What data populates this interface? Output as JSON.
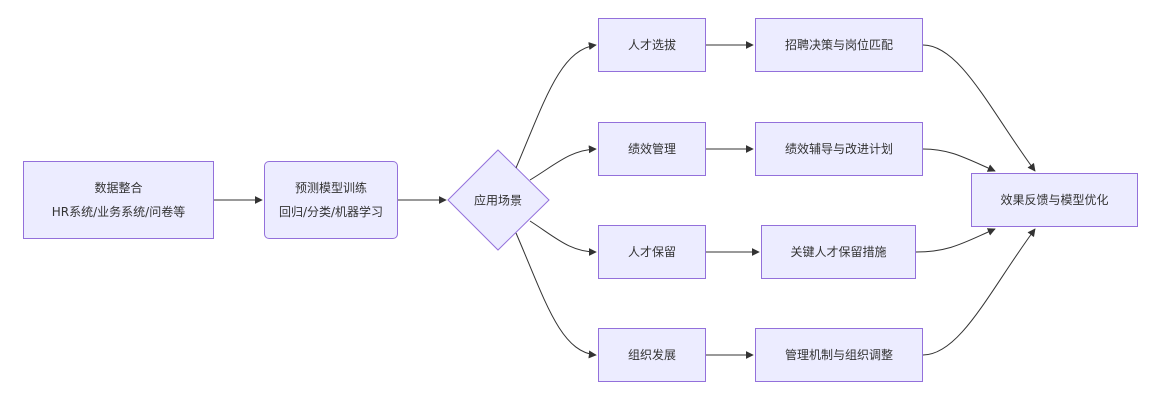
{
  "diagram": {
    "type": "flowchart",
    "direction": "left-to-right",
    "colors": {
      "node_fill": "#ececff",
      "node_border": "#9370db",
      "edge": "#333333",
      "text": "#333333"
    },
    "nodes": {
      "data_integration": {
        "title": "数据整合",
        "subtitle": "HR系统/业务系统/问卷等",
        "shape": "rect"
      },
      "model_training": {
        "title": "预测模型训练",
        "subtitle": "回归/分类/机器学习",
        "shape": "rounded-rect"
      },
      "scenarios": {
        "title": "应用场景",
        "shape": "diamond"
      },
      "talent_selection": {
        "title": "人才选拔",
        "shape": "rect"
      },
      "performance_mgmt": {
        "title": "绩效管理",
        "shape": "rect"
      },
      "talent_retention": {
        "title": "人才保留",
        "shape": "rect"
      },
      "org_development": {
        "title": "组织发展",
        "shape": "rect"
      },
      "hiring_decision": {
        "title": "招聘决策与岗位匹配",
        "shape": "rect"
      },
      "perf_coaching": {
        "title": "绩效辅导与改进计划",
        "shape": "rect"
      },
      "retention_measures": {
        "title": "关键人才保留措施",
        "shape": "rect"
      },
      "mgmt_adjust": {
        "title": "管理机制与组织调整",
        "shape": "rect"
      },
      "feedback": {
        "title": "效果反馈与模型优化",
        "shape": "rect"
      }
    },
    "edges": [
      {
        "from": "data_integration",
        "to": "model_training"
      },
      {
        "from": "model_training",
        "to": "scenarios"
      },
      {
        "from": "scenarios",
        "to": "talent_selection"
      },
      {
        "from": "scenarios",
        "to": "performance_mgmt"
      },
      {
        "from": "scenarios",
        "to": "talent_retention"
      },
      {
        "from": "scenarios",
        "to": "org_development"
      },
      {
        "from": "talent_selection",
        "to": "hiring_decision"
      },
      {
        "from": "performance_mgmt",
        "to": "perf_coaching"
      },
      {
        "from": "talent_retention",
        "to": "retention_measures"
      },
      {
        "from": "org_development",
        "to": "mgmt_adjust"
      },
      {
        "from": "hiring_decision",
        "to": "feedback"
      },
      {
        "from": "perf_coaching",
        "to": "feedback"
      },
      {
        "from": "retention_measures",
        "to": "feedback"
      },
      {
        "from": "mgmt_adjust",
        "to": "feedback"
      }
    ]
  }
}
